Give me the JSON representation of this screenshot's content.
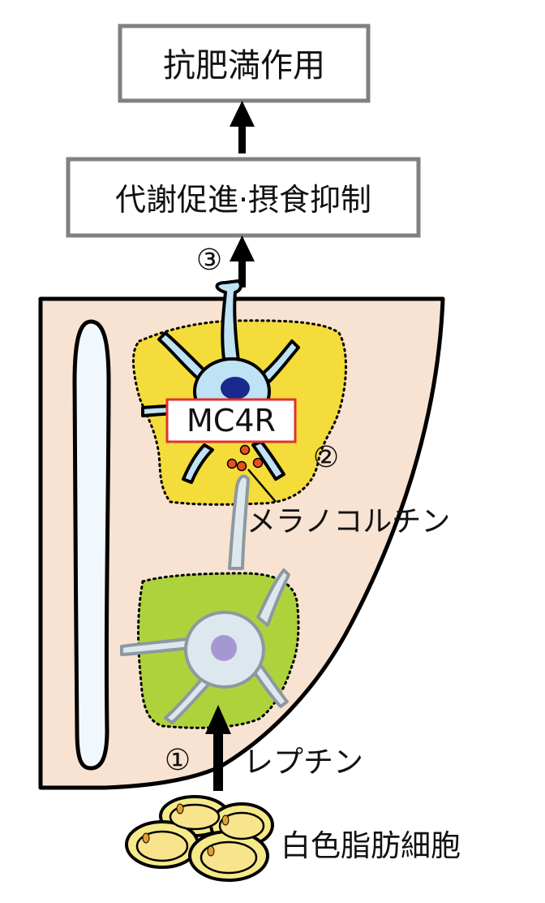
{
  "top_box": {
    "label": "抗肥満作用"
  },
  "second_box": {
    "label": "代謝促進·摂食抑制"
  },
  "receptor": {
    "label": "MC4R",
    "border_color": "#e03030"
  },
  "hormone_label": "メラノコルチン",
  "leptin_label": "レプチン",
  "fat_cells_label": "白色脂肪細胞",
  "steps": {
    "step1": "①",
    "step2": "②",
    "step3": "③"
  },
  "colors": {
    "brain_tissue": "#f8e3d2",
    "ventricle": "#f1f8fd",
    "yellow_region": "#f4dc3a",
    "green_region": "#aed23c",
    "mc4r_neuron": "#bfe2f5",
    "nucleus_dark": "#1a2a8c",
    "pomc_neuron": "#dde7ee",
    "nucleus_light": "#a598d2",
    "granules": "#e8501c",
    "fat_cell_outer": "#f6e98a",
    "fat_cell_inner": "#f8e48c"
  }
}
